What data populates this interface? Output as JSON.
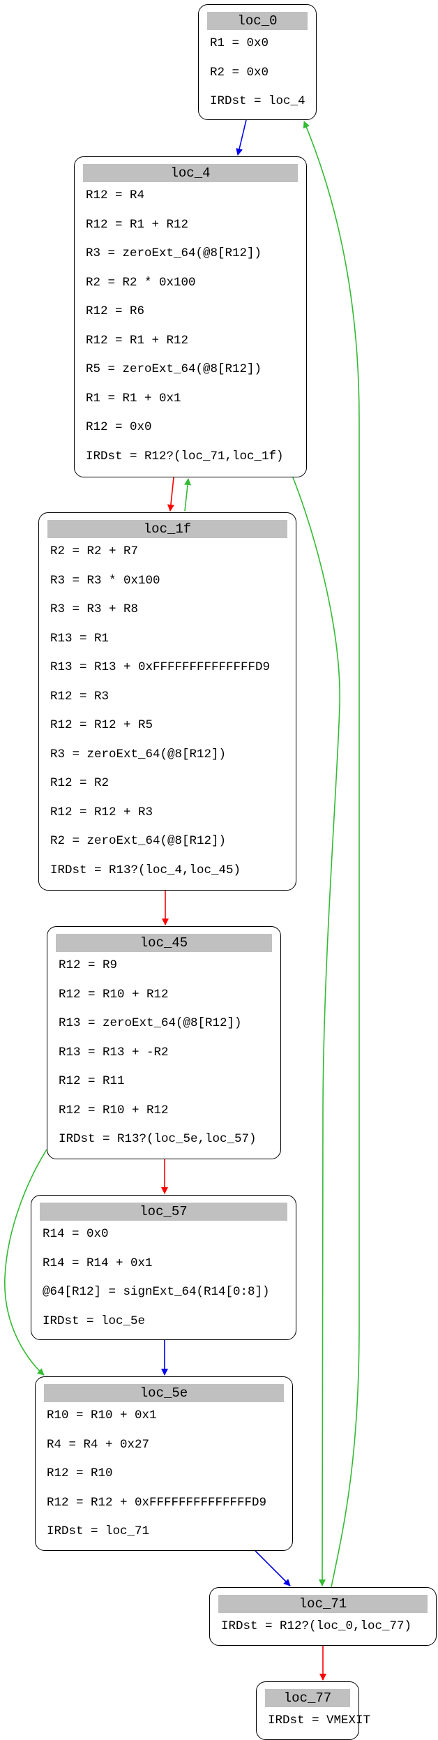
{
  "colors": {
    "background": "#ffffff",
    "node_border": "#000000",
    "header_fill": "#c0c0c0",
    "text": "#000000",
    "edge_red": "#ff0000",
    "edge_green": "#33bb33",
    "edge_blue": "#0000ee"
  },
  "graph": {
    "nodes": [
      {
        "id": "loc_0",
        "title": "loc_0",
        "lines": [
          "R1 = 0x0",
          "R2 = 0x0",
          "IRDst = loc_4"
        ]
      },
      {
        "id": "loc_4",
        "title": "loc_4",
        "lines": [
          "R12 = R4",
          "R12 = R1 + R12",
          "R3 = zeroExt_64(@8[R12])",
          "R2 = R2 * 0x100",
          "R12 = R6",
          "R12 = R1 + R12",
          "R5 = zeroExt_64(@8[R12])",
          "R1 = R1 + 0x1",
          "R12 = 0x0",
          "IRDst = R12?(loc_71,loc_1f)"
        ]
      },
      {
        "id": "loc_1f",
        "title": "loc_1f",
        "lines": [
          "R2 = R2 + R7",
          "R3 = R3 * 0x100",
          "R3 = R3 + R8",
          "R13 = R1",
          "R13 = R13 + 0xFFFFFFFFFFFFFFD9",
          "R12 = R3",
          "R12 = R12 + R5",
          "R3 = zeroExt_64(@8[R12])",
          "R12 = R2",
          "R12 = R12 + R3",
          "R2 = zeroExt_64(@8[R12])",
          "IRDst = R13?(loc_4,loc_45)"
        ]
      },
      {
        "id": "loc_45",
        "title": "loc_45",
        "lines": [
          "R12 = R9",
          "R12 = R10 + R12",
          "R13 = zeroExt_64(@8[R12])",
          "R13 = R13 + -R2",
          "R12 = R11",
          "R12 = R10 + R12",
          "IRDst = R13?(loc_5e,loc_57)"
        ]
      },
      {
        "id": "loc_57",
        "title": "loc_57",
        "lines": [
          "R14 = 0x0",
          "R14 = R14 + 0x1",
          "@64[R12] = signExt_64(R14[0:8])",
          "IRDst = loc_5e"
        ]
      },
      {
        "id": "loc_5e",
        "title": "loc_5e",
        "lines": [
          "R10 = R10 + 0x1",
          "R4 = R4 + 0x27",
          "R12 = R10",
          "R12 = R12 + 0xFFFFFFFFFFFFFFD9",
          "IRDst = loc_71"
        ]
      },
      {
        "id": "loc_71",
        "title": "loc_71",
        "lines": [
          "IRDst = R12?(loc_0,loc_77)"
        ]
      },
      {
        "id": "loc_77",
        "title": "loc_77",
        "lines": [
          "IRDst = VMEXIT"
        ]
      }
    ],
    "edges": [
      {
        "from": "loc_0",
        "to": "loc_4",
        "color": "blue"
      },
      {
        "from": "loc_4",
        "to": "loc_1f",
        "color": "red"
      },
      {
        "from": "loc_1f",
        "to": "loc_4",
        "color": "green"
      },
      {
        "from": "loc_4",
        "to": "loc_71",
        "color": "green"
      },
      {
        "from": "loc_1f",
        "to": "loc_45",
        "color": "red"
      },
      {
        "from": "loc_45",
        "to": "loc_57",
        "color": "red"
      },
      {
        "from": "loc_45",
        "to": "loc_5e",
        "color": "green"
      },
      {
        "from": "loc_57",
        "to": "loc_5e",
        "color": "blue"
      },
      {
        "from": "loc_5e",
        "to": "loc_71",
        "color": "blue"
      },
      {
        "from": "loc_71",
        "to": "loc_77",
        "color": "red"
      },
      {
        "from": "loc_71",
        "to": "loc_0",
        "color": "green"
      }
    ]
  }
}
